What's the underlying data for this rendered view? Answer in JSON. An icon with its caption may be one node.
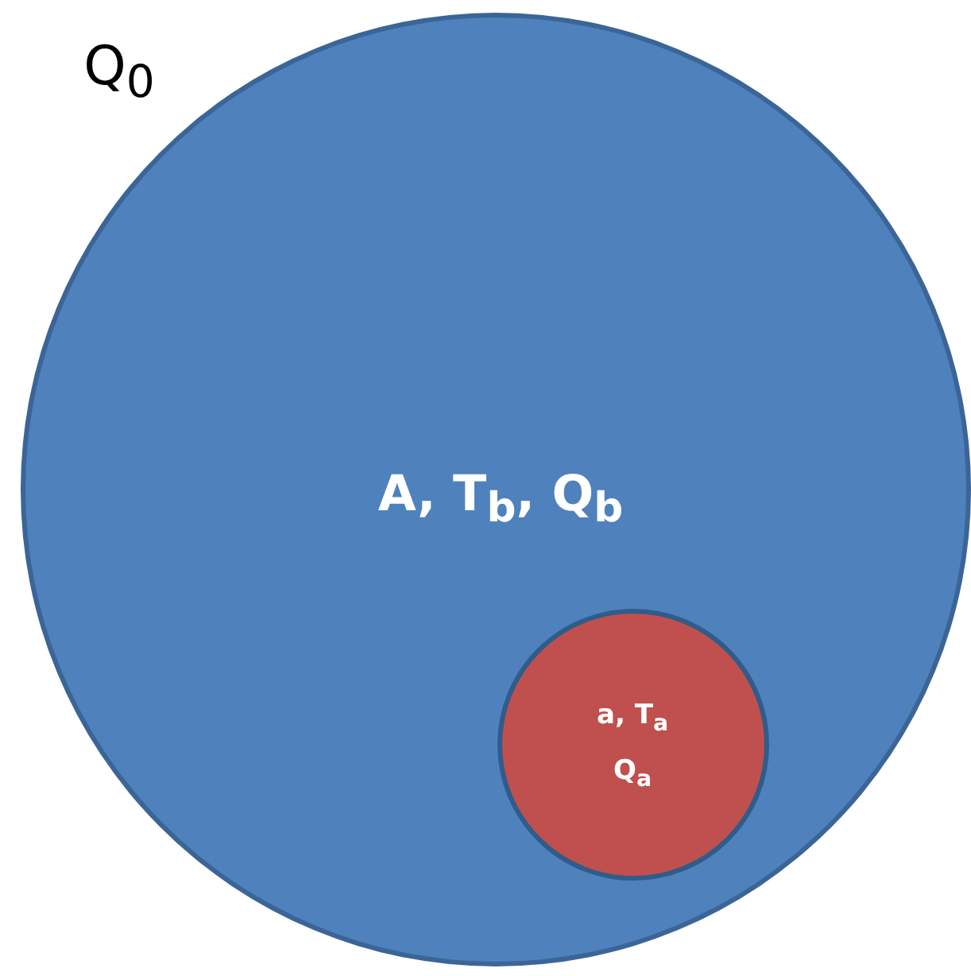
{
  "diagram": {
    "nodes": [
      {
        "text": [
          "Q$_{0}$",
          "A, T$_{b}$, Q$_{b}$"
        ]
      },
      {
        "text": [
          "a, T$_{a}$ Q$_{a}$"
        ],
        "in": 0
      }
    ]
  }
}
